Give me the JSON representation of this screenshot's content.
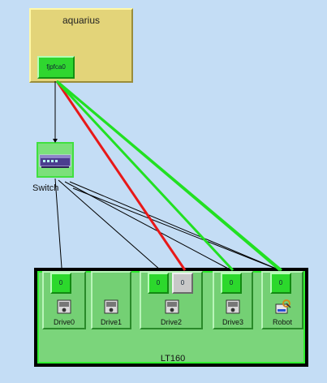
{
  "host": {
    "name": "aquarius",
    "hba_label": "fjpfca0"
  },
  "switch": {
    "label": "Switch"
  },
  "library": {
    "label": "LT160",
    "devices": [
      {
        "label": "Drive0",
        "ports": [
          "0"
        ]
      },
      {
        "label": "Drive1",
        "ports": []
      },
      {
        "label": "Drive2",
        "ports": [
          "0",
          "0"
        ]
      },
      {
        "label": "Drive3",
        "ports": [
          "0"
        ]
      },
      {
        "label": "Robot",
        "ports": [
          "0"
        ]
      }
    ]
  },
  "colors": {
    "ok_path": "#22e022",
    "failed_path": "#e81818",
    "zone_line": "#000000"
  },
  "icons": {
    "switch": "network-switch-icon",
    "drive": "tape-drive-icon",
    "robot": "robot-icon"
  }
}
